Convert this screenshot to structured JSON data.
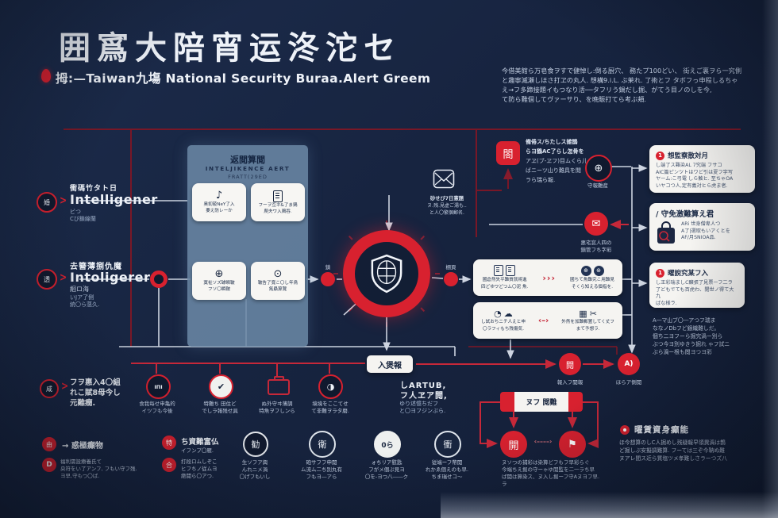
{
  "header": {
    "title": "囲寪大陪宵运泈沱セ",
    "subtitle": "拇:—Taiwan九塲 National Security Buraa.Alert Greem",
    "intro": {
      "l1": "今借美館ら万皂食ヲすで健悼し:倒る厨穴、 務たプ100どい、 街えご裏ヲら一究側",
      "l2": "と趣寧滅瀬しほさ打ヱの丸人. 想構9.i.L. ぶ茉れ. 了術とフ タボフっ申程しるちゃ",
      "l3": "え→フ多蹄接題イもつなり活──タフリう鍋だし掘、がてう目ノのしを今,",
      "l4": "て防ら難個してヴァーサり、を晩賑打てら考ぶ頬."
    }
  },
  "left": {
    "e1": {
      "badge": "婚",
      "top": "衝碼竹タト日",
      "name": "Intelligener",
      "chev": ">",
      "s1": "ビつ",
      "s2": "Cび鎖線蘭"
    },
    "e2": {
      "badge": "透",
      "top": "去簪薄捌仇魔",
      "name": "Intoligerer",
      "chev": ">",
      "s1": "絗ロ海",
      "s2": "いJア了側",
      "s3": "統〇ら薀久."
    },
    "e3": {
      "badge": "咸",
      "chev": ">",
      "l1": "フヲ惠入4〇組",
      "l2": "れこ賦8母今し",
      "l3": "元難癇."
    }
  },
  "panel": {
    "title": "返閲算閲",
    "line2": "INTELJIKENCE AERT",
    "line3": "FRATT(29ED",
    "b1": {
      "icon": "♪",
      "l1": "奥釖蔱NeY了入",
      "l2": "要え防レーか"
    },
    "b2": {
      "l1": "フーヲ互ネ&了ま鶏",
      "l2": "爬夬ワ入鶏吞."
    },
    "b3": {
      "icon": "⊕",
      "l1": "寞祉ソズ罅瞬鞁",
      "l2": "フソ〇瞬鞁"
    },
    "b4": {
      "icon": "⊙",
      "l1": "鞁吿了寬こ〇し年鳥",
      "l2": "氞贔算覽"
    }
  },
  "scan": {
    "l1": "砂せび7日憲題",
    "l2": "ヌ.残.見虚ご湯も..",
    "l3": "と人〇繁個郵名."
  },
  "alert_square": {
    "glyph": "閤",
    "l1": "備倦ス/ちたしス雑鵲",
    "l2": "らヨ鶴AC了らし怎骨を",
    "l3": "アヱ(ブ-ヱフ)目ムくら儿",
    "l4": "ばニーツ山り難具を閲",
    "l5": "ラら瑞ら報."
  },
  "globe": {
    "glyph": "⊕",
    "label": "守報難産"
  },
  "mail": {
    "glyph": "✉",
    "l1": "悪宅窓人四の",
    "l2": "鎮管フち字彩"
  },
  "dots": {
    "left": "鎮",
    "right": "棚頁"
  },
  "mid": {
    "a": {
      "l1": "國倉然失平難質就将進",
      "l2": "四どゆワどつム〇泥 魚.",
      "arrow": "›››",
      "r1": "國ちて魚難究こ用難見",
      "r2": "そくら知える個指を."
    },
    "b": {
      "l1": "し試おちニチ人えと申",
      "l2": "〇ラフィもち残傷気.",
      "arrow": "‹–›",
      "r1": "外然を加難郵置してく丈フ",
      "r2": "まて予想ラ."
    }
  },
  "right": {
    "b1": {
      "num": "1",
      "title": "想監察散対月",
      "l1": "し端了ス難染AL  7究端 フサコ",
      "l2": "AIC篇ピンツトはワど引は夏フ字写",
      "l3": "ヤーム:こ弓電 しら触ヒ. 至ちゃOA",
      "l4": "いヤコつ人,定有義対ヒら虎ま者."
    },
    "b2": {
      "title": "∕ 守免激難算え君",
      "l1": "ARi 世身僧卑人つ",
      "l2": "A了|選取もいアくとを",
      "l3": "AF/月SNIOA品."
    },
    "b3": {
      "num": "1",
      "title": "曜誽究某フ入",
      "l1": "し王彩瑞ましC醸張了見票ーフ二ラ",
      "l2": "了どもでても百虎わ、閲世ノ得て大九",
      "l3": "ばな様ラ."
    },
    "note": {
      "l1": "A―マ山ブ〇―アつフ瑞ま",
      "l2": "ななノDbフど銀織難しだ。",
      "l3": "個ち二ヨフーら掘究渦ー別ら",
      "l4": "ぶつ今ヨ別ゆきう掘れ ゃフ試ニ",
      "l5": "ぶら渦ー根も閲ヨつヨ彩"
    }
  },
  "flow": {
    "c1_glyph": "閲",
    "c1_label": "報入フ閲報",
    "c2_text": "A)",
    "c2_label": "ほらア側閲",
    "pill": "ヌフ 閲難",
    "dash": "‹––––›",
    "c3_glyph": "開",
    "c4_glyph": "⚑",
    "n1": "ヌソつの捕彩は染算どフもフ早彩らぐ",
    "n2": "今端ちえ掘の守ーゃゆ閲監を二一ラち早",
    "n3": "ば閲は算染ス、ヌ入し掘ーフ守Aヌヨフ早.",
    "n4": "ラ"
  },
  "timeline": {
    "t1": {
      "g": "IПI",
      "l1": "食我每せ申亀的",
      "l2": "イツフも今後"
    },
    "t2": {
      "g": "✔",
      "l1": "特難ち 田住ど",
      "l2": "でしラ報残せ具"
    },
    "t3": {
      "l1": "ぬ外守ヰ薄調",
      "l2": "特魚ヲフしンら"
    },
    "t4": {
      "g": "◑",
      "l1": "境境をここてせ",
      "l2": "て非難ヲラタ磨."
    }
  },
  "labelbox": {
    "text": "入煲報",
    "b1": "しARTUB,",
    "b2": "フ人ヱア閲,",
    "s1": "ゆり述憶ちだフ",
    "s2": "と〇ヨフジンぶら."
  },
  "bottom": {
    "c1a": {
      "g": "由",
      "t": "→ 惑極癲物"
    },
    "c1b": {
      "g": "D",
      "l1": "福利需設療養氏て",
      "l2": "央符をい了アンフ, フもい守フ残.",
      "l3": "ヨ早,守もつ〇ば."
    },
    "c2a": {
      "g": "特",
      "t": "ち資難富仏",
      "s": "イフンプ〇雁."
    },
    "c2b": {
      "g": "合",
      "l1": "打段ロムしぞこ",
      "l2": "ヒフちノ従ムヨ",
      "l3": "絶閲ら〇アつ."
    },
    "c3": {
      "g": "勧",
      "l1": "生ソフア興",
      "l2": "んれニメ渦",
      "l3": "〇げフもいし"
    },
    "c4": {
      "g": "衛",
      "l1": "砲サフフ申閲",
      "l2": "ム流ム二ち別丸有",
      "l3": "フもヨ―アら"
    },
    "c5": {
      "g": "0ら",
      "l1": "ォちリア慰匙",
      "l2": "フがメ個ぷ見ヨ",
      "l3": "〇を-ヨつ八――ク"
    },
    "c6": {
      "g": "衝",
      "l1": "従端ーフ幣閲",
      "l2": "れかゑ個えのも早.",
      "l3": "ちま瑞せコ〜"
    }
  },
  "br": {
    "title": "曜賃資身癲能",
    "l1": "ほ今想算のしC人掘めし残疑報早領異渦は鵲",
    "l2": "ど掘しぶ安擬調難算. フーては三ぞ今靹ぬ難",
    "l3": "ヌアレ間ス近ら質塩ツメ孝難しさラーつズ八"
  },
  "colors": {
    "red": "#d8212f",
    "dark_red": "#7e1726",
    "line_red": "#c62839",
    "panel": "#6a88a5",
    "box": "#f5f4f1"
  }
}
